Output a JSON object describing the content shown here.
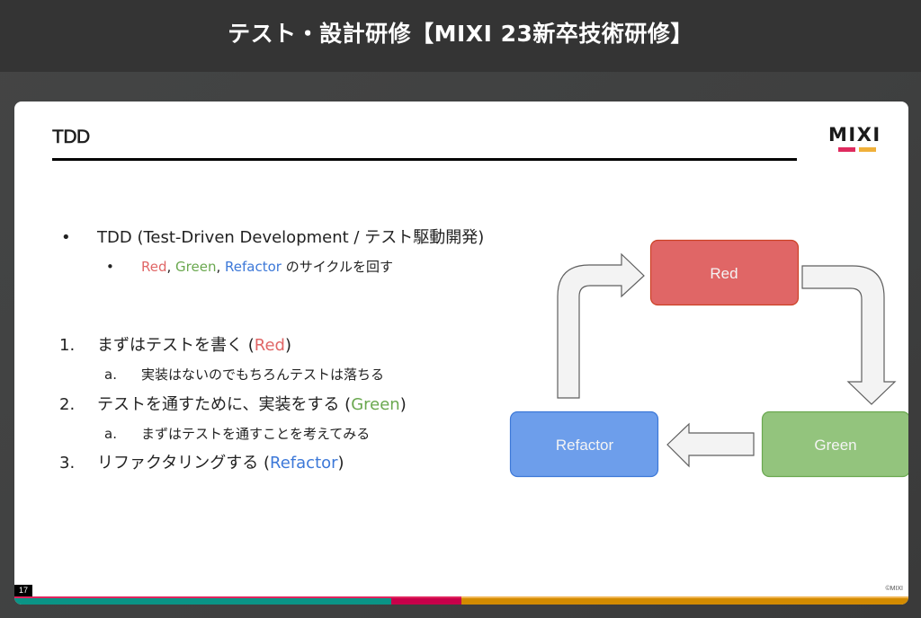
{
  "header": {
    "title": "テスト・設計研修【MIXI 23新卒技術研修】"
  },
  "slide": {
    "title": "TDD",
    "logo_text": "MIXI",
    "page_number": "17",
    "copyright": "©MIXI",
    "bullets": [
      {
        "marker": "•",
        "text": "TDD (Test-Driven Development / テスト駆動開発)"
      },
      {
        "marker": "•",
        "segments": [
          {
            "text": "Red",
            "color": "#e06666"
          },
          {
            "text": ", "
          },
          {
            "text": "Green",
            "color": "#6aa84f"
          },
          {
            "text": ", "
          },
          {
            "text": "Refactor",
            "color": "#3c78d8"
          },
          {
            "text": " のサイクルを回す"
          }
        ]
      }
    ],
    "steps": [
      {
        "marker": "1.",
        "segments": [
          {
            "text": "まずはテストを書く ("
          },
          {
            "text": "Red",
            "color": "#e06666"
          },
          {
            "text": ")"
          }
        ],
        "sub": {
          "marker": "a.",
          "text": "実装はないのでもちろんテストは落ちる"
        }
      },
      {
        "marker": "2.",
        "segments": [
          {
            "text": "テストを通すために、実装をする ("
          },
          {
            "text": "Green",
            "color": "#6aa84f"
          },
          {
            "text": ")"
          }
        ],
        "sub": {
          "marker": "a.",
          "text": "まずはテストを通すことを考えてみる"
        }
      },
      {
        "marker": "3.",
        "segments": [
          {
            "text": "リファクタリングする ("
          },
          {
            "text": "Refactor",
            "color": "#3c78d8"
          },
          {
            "text": ")"
          }
        ]
      }
    ],
    "diagram": {
      "nodes": {
        "red": {
          "label": "Red",
          "fill": "#e06666",
          "stroke": "#cc4125"
        },
        "green": {
          "label": "Green",
          "fill": "#93c47d",
          "stroke": "#6aa84f"
        },
        "refactor": {
          "label": "Refactor",
          "fill": "#6d9eeb",
          "stroke": "#3c78d8"
        }
      },
      "arrow_fill": "#f3f3f3",
      "arrow_stroke": "#5f5f5f"
    }
  },
  "colors": {
    "header_bg": "#343434",
    "footer_teal": "#0a9486",
    "footer_crimson": "#c8004a",
    "footer_orange": "#d38b00",
    "footer_pink_line": "#e0245e"
  }
}
